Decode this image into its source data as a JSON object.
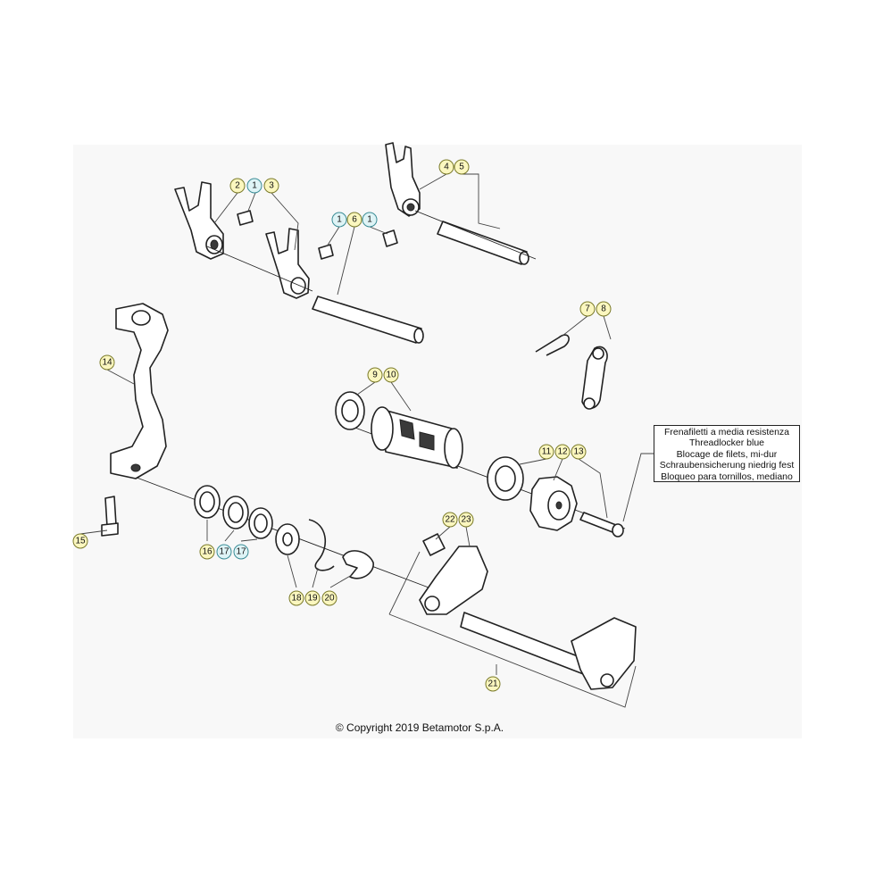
{
  "diagram": {
    "callouts": [
      {
        "label": "1",
        "style": "cyan"
      },
      {
        "label": "2",
        "style": "yellow"
      },
      {
        "label": "3",
        "style": "yellow"
      },
      {
        "label": "4",
        "style": "yellow"
      },
      {
        "label": "5",
        "style": "yellow"
      },
      {
        "label": "6",
        "style": "yellow"
      },
      {
        "label": "7",
        "style": "yellow"
      },
      {
        "label": "8",
        "style": "yellow"
      },
      {
        "label": "9",
        "style": "yellow"
      },
      {
        "label": "10",
        "style": "yellow"
      },
      {
        "label": "11",
        "style": "yellow"
      },
      {
        "label": "12",
        "style": "yellow"
      },
      {
        "label": "13",
        "style": "yellow"
      },
      {
        "label": "14",
        "style": "yellow"
      },
      {
        "label": "15",
        "style": "yellow"
      },
      {
        "label": "16",
        "style": "yellow"
      },
      {
        "label": "17",
        "style": "cyan"
      },
      {
        "label": "18",
        "style": "yellow"
      },
      {
        "label": "19",
        "style": "yellow"
      },
      {
        "label": "20",
        "style": "yellow"
      },
      {
        "label": "21",
        "style": "yellow"
      },
      {
        "label": "22",
        "style": "yellow"
      },
      {
        "label": "23",
        "style": "yellow"
      }
    ],
    "note": {
      "lines": [
        "Frenafiletti a media resistenza",
        "Threadlocker blue",
        "Blocage de filets, mi-dur",
        "Schraubensicherung niedrig fest",
        "Bloqueo para tornillos, mediano"
      ]
    },
    "copyright": "© Copyright 2019 Betamotor S.p.A.",
    "colors": {
      "callout_yellow": "#fbf7bf",
      "callout_cyan": "#dff4f6",
      "panel": "#f8f8f8"
    }
  }
}
